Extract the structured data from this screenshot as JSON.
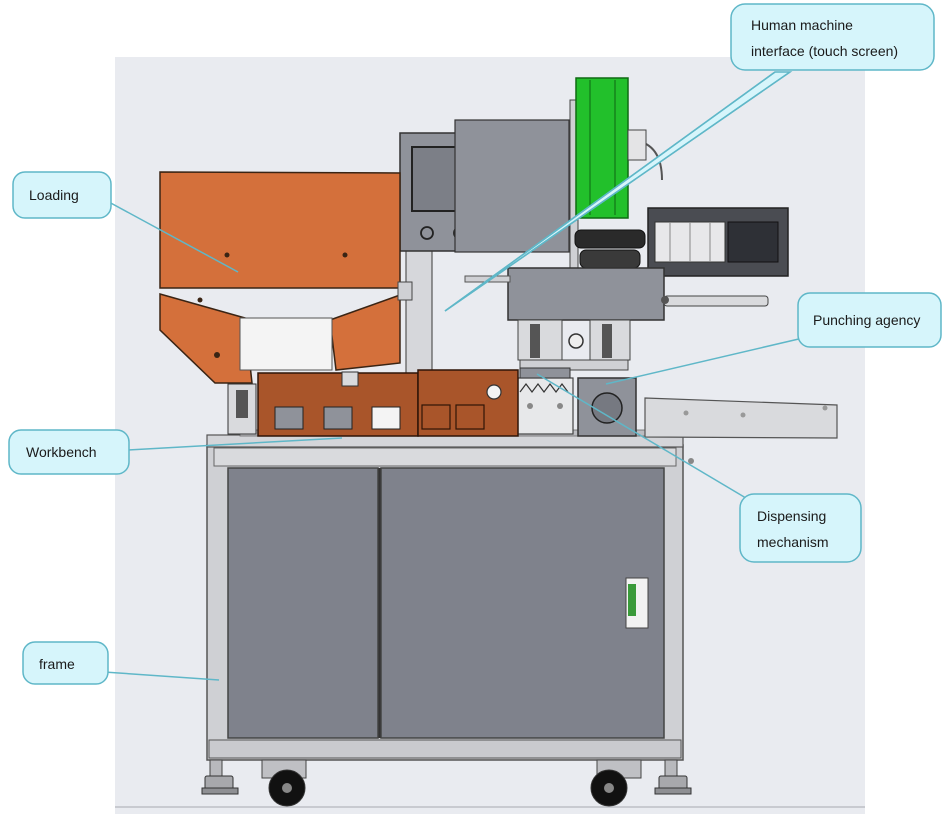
{
  "diagram": {
    "callouts": {
      "hmi": {
        "line1": "Human machine",
        "line2": "interface (touch screen)"
      },
      "loading": "Loading",
      "punching": "Punching agency",
      "workbench": "Workbench",
      "dispensing": {
        "line1": "Dispensing",
        "line2": "mechanism"
      },
      "frame": "frame"
    },
    "colors": {
      "callout_fill": "#d6f5fb",
      "callout_stroke": "#5fb7c8",
      "background": "#e9ebf0",
      "panel_gray": "#7f828c",
      "frame_light": "#cfd0d4",
      "hopper_orange": "#d4703b",
      "bench_brown": "#a9552a",
      "roller_green": "#22c02b"
    }
  }
}
